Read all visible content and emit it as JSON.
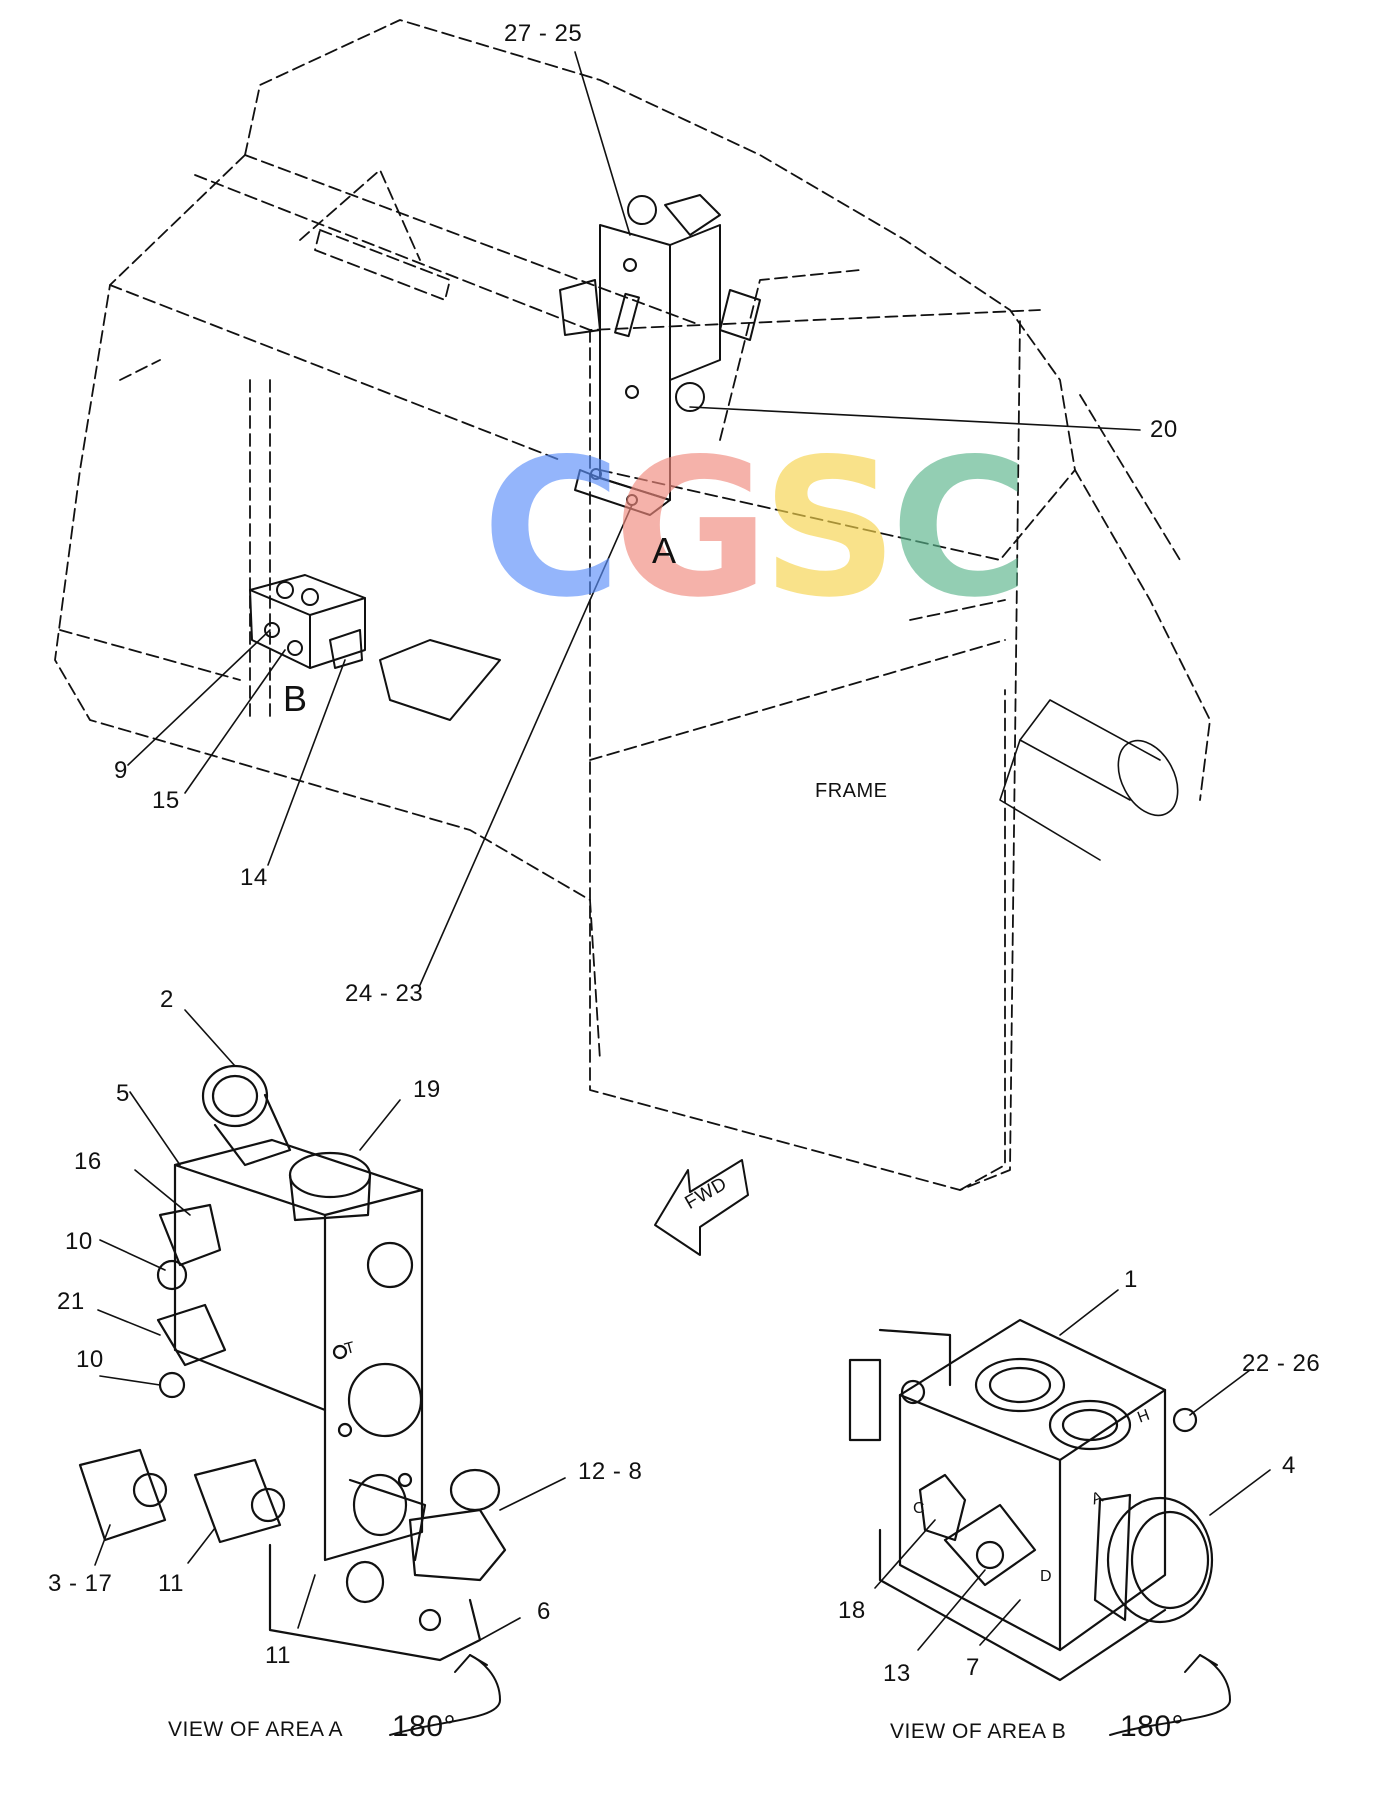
{
  "callouts": {
    "c27_25": "27 - 25",
    "c20": "20",
    "c9": "9",
    "c15": "15",
    "c14": "14",
    "c24_23": "24 - 23",
    "c2": "2",
    "c5": "5",
    "c19": "19",
    "c16": "16",
    "c10a": "10",
    "c21": "21",
    "c10b": "10",
    "c12_8": "12 - 8",
    "c3_17": "3 - 17",
    "c11a": "11",
    "c11b": "11",
    "c6": "6",
    "c1": "1",
    "c22_26": "22 - 26",
    "c4": "4",
    "c18": "18",
    "c13": "13",
    "c7": "7"
  },
  "area_labels": {
    "a": "A",
    "b": "B"
  },
  "frame_label": "FRAME",
  "fwd_label": "FWD",
  "views": {
    "a": {
      "label": "VIEW OF AREA  A",
      "rotation": "180°"
    },
    "b": {
      "label": "VIEW OF AREA  B",
      "rotation": "180°"
    }
  },
  "valve_marks": {
    "a": "A",
    "c": "C",
    "d": "D",
    "h": "H",
    "t": "T"
  },
  "watermark": {
    "letters": [
      "C",
      "G",
      "S",
      "C"
    ],
    "colors": [
      "#5b8ff9",
      "#f08a7d",
      "#f7d44c",
      "#5ab58c"
    ]
  }
}
